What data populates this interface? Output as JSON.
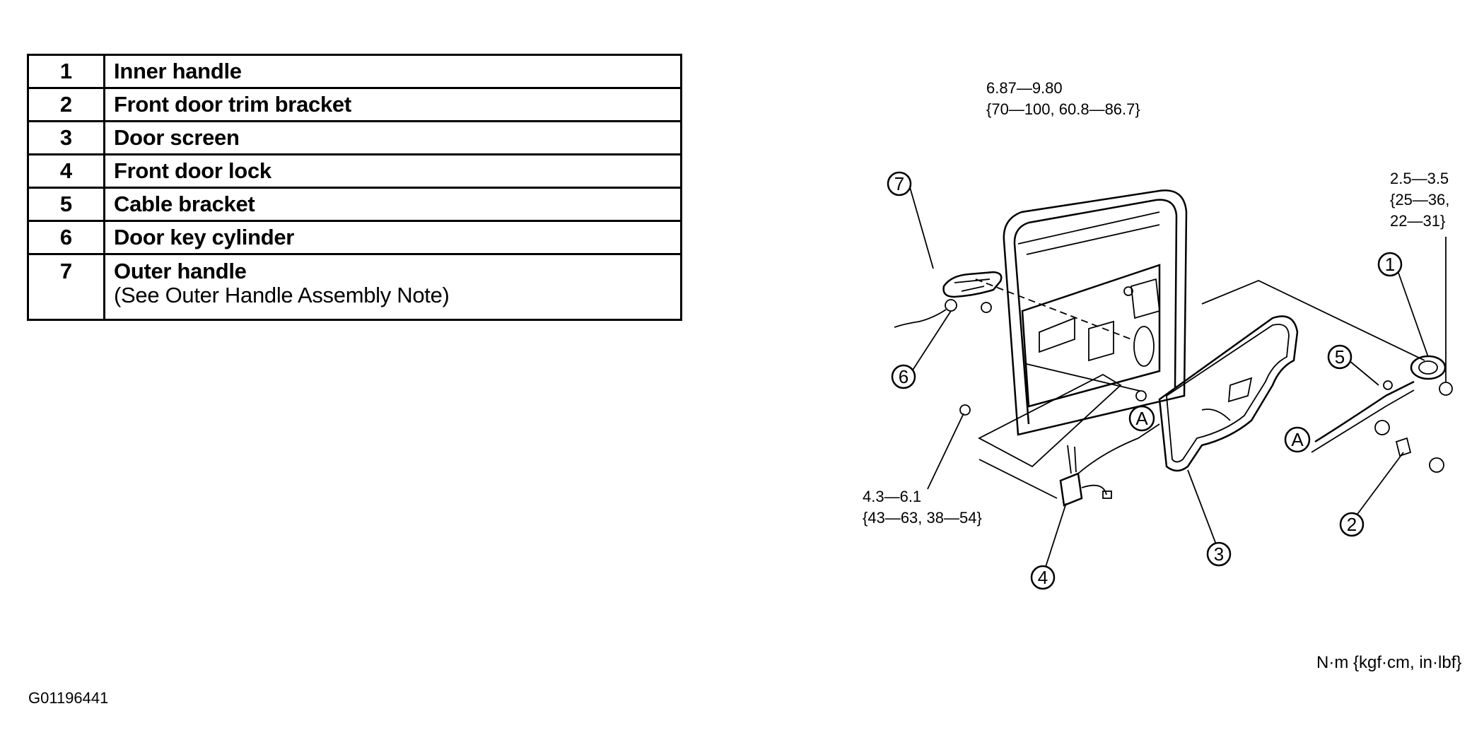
{
  "parts": [
    {
      "num": "1",
      "name": "Inner handle"
    },
    {
      "num": "2",
      "name": "Front door trim bracket"
    },
    {
      "num": "3",
      "name": "Door screen"
    },
    {
      "num": "4",
      "name": "Front door lock"
    },
    {
      "num": "5",
      "name": "Cable bracket"
    },
    {
      "num": "6",
      "name": "Door key cylinder"
    },
    {
      "num": "7",
      "name": "Outer handle",
      "note": "(See Outer Handle Assembly Note)"
    }
  ],
  "callouts": {
    "c1": "1",
    "c2": "2",
    "c3": "3",
    "c4": "4",
    "c5": "5",
    "c6": "6",
    "c7": "7",
    "a1": "A",
    "a2": "A"
  },
  "torques": {
    "top_line1": "6.87—9.80",
    "top_line2": "{70—100, 60.8—86.7}",
    "right_line1": "2.5—3.5",
    "right_line2": "{25—36,",
    "right_line3": "22—31}",
    "left_line1": "4.3—6.1",
    "left_line2": "{43—63, 38—54}"
  },
  "units": "N·m {kgf·cm, in·lbf}",
  "figure_id": "G01196441"
}
